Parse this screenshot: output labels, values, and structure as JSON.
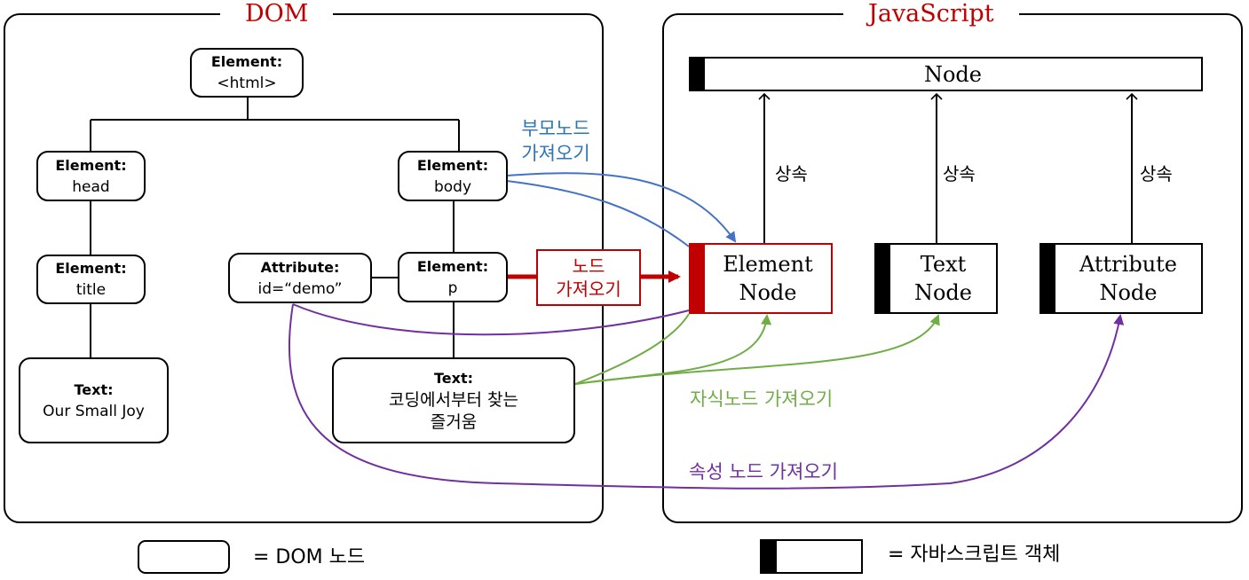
{
  "panels": {
    "dom_title": "DOM",
    "js_title": "JavaScript"
  },
  "dom_nodes": {
    "html": {
      "type": "Element:",
      "value": "<html>"
    },
    "head": {
      "type": "Element:",
      "value": "head"
    },
    "body": {
      "type": "Element:",
      "value": "body"
    },
    "title": {
      "type": "Element:",
      "value": "title"
    },
    "attribute": {
      "type": "Attribute:",
      "value": "id=“demo”"
    },
    "p": {
      "type": "Element:",
      "value": "p"
    },
    "text_title": {
      "type": "Text:",
      "value": "Our Small Joy"
    },
    "text_p": {
      "type": "Text:",
      "value_line1": "코딩에서부터 찾는",
      "value_line2": "즐거움"
    }
  },
  "js_nodes": {
    "node": "Node",
    "element_node": {
      "line1": "Element",
      "line2": "Node"
    },
    "text_node": {
      "line1": "Text",
      "line2": "Node"
    },
    "attribute_node": {
      "line1": "Attribute",
      "line2": "Node"
    }
  },
  "inherit_label": "상속",
  "edge_labels": {
    "parent": {
      "line1": "부모노드",
      "line2": "가져오기"
    },
    "node_get": {
      "line1": "노드",
      "line2": "가져오기"
    },
    "child": "자식노드 가져오기",
    "attribute": "속성 노드 가져오기"
  },
  "legend": {
    "dom": "=   DOM 노드",
    "js": "=   자바스크립트 객체"
  },
  "colors": {
    "red": "#c00000",
    "blue": "#4472c4",
    "green": "#70ad47",
    "purple": "#7030a0"
  }
}
